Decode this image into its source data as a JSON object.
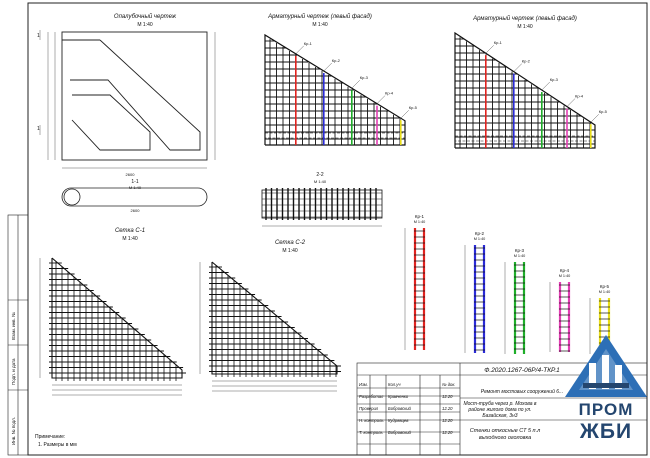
{
  "views": {
    "formwork": {
      "title": "Опалубочный чертеж",
      "scale": "М 1:40"
    },
    "rebar_right": {
      "title": "Арматурный чертеж (левый фасад)",
      "scale": "М 1:40"
    },
    "rebar_left": {
      "title": "Арматурный чертеж (левый фасад)",
      "scale": "М 1:40"
    },
    "section": {
      "title": "1-1",
      "scale": "М 1:40"
    },
    "section2": {
      "title": "2-2",
      "scale": "М 1:40"
    },
    "mesh_c1": {
      "title": "Сетка С-1",
      "scale": "М 1:40"
    },
    "mesh_c2": {
      "title": "Сетка С-2",
      "scale": "М 1:40"
    }
  },
  "cages": [
    {
      "label": "Кр-1",
      "scale": "М 1:40",
      "color": "#e0231f"
    },
    {
      "label": "Кр-2",
      "scale": "М 1:40",
      "color": "#2a2ad8"
    },
    {
      "label": "Кр-3",
      "scale": "М 1:40",
      "color": "#1fae2a"
    },
    {
      "label": "Кр-4",
      "scale": "М 1:40",
      "color": "#e33fb4"
    },
    {
      "label": "Кр-5",
      "scale": "М 1:40",
      "color": "#e8dd1a"
    }
  ],
  "notes": {
    "heading": "Примечание:",
    "item": "1.  Размеры в мм"
  },
  "stamp": {
    "code": "Ф.2020.1267-06Р/4-ТКР.1",
    "project": "Ремонт мостовых сооружений 6...",
    "object": "Мост-труба через р. Мохова в районе жилого дома по ул. Базайская, 3н3",
    "sheet_title": "Стенки откосные СТ 5 п.л выходного оголовка",
    "rows": [
      {
        "role": "Изм.",
        "name": "Кол.уч",
        "sign": "Лист",
        "date": "№ док."
      },
      {
        "role": "Разработал",
        "name": "Кравченко",
        "sign": "",
        "date": "12.20"
      },
      {
        "role": "Проверил",
        "name": "Бобровский",
        "sign": "",
        "date": "12.20"
      },
      {
        "role": "Н. контроль",
        "name": "Кудрявцев",
        "sign": "",
        "date": "12.20"
      },
      {
        "role": "Т. контроль",
        "name": "Бобровский",
        "sign": "",
        "date": "12.20"
      }
    ]
  },
  "side_labels": [
    "Взам. инв. №",
    "Подп. и дата",
    "Инв. № подл."
  ],
  "logo": {
    "line1": "ПРОМ",
    "line2": "ЖБИ",
    "accent": "#2d6fb6",
    "dark": "#24466f"
  }
}
